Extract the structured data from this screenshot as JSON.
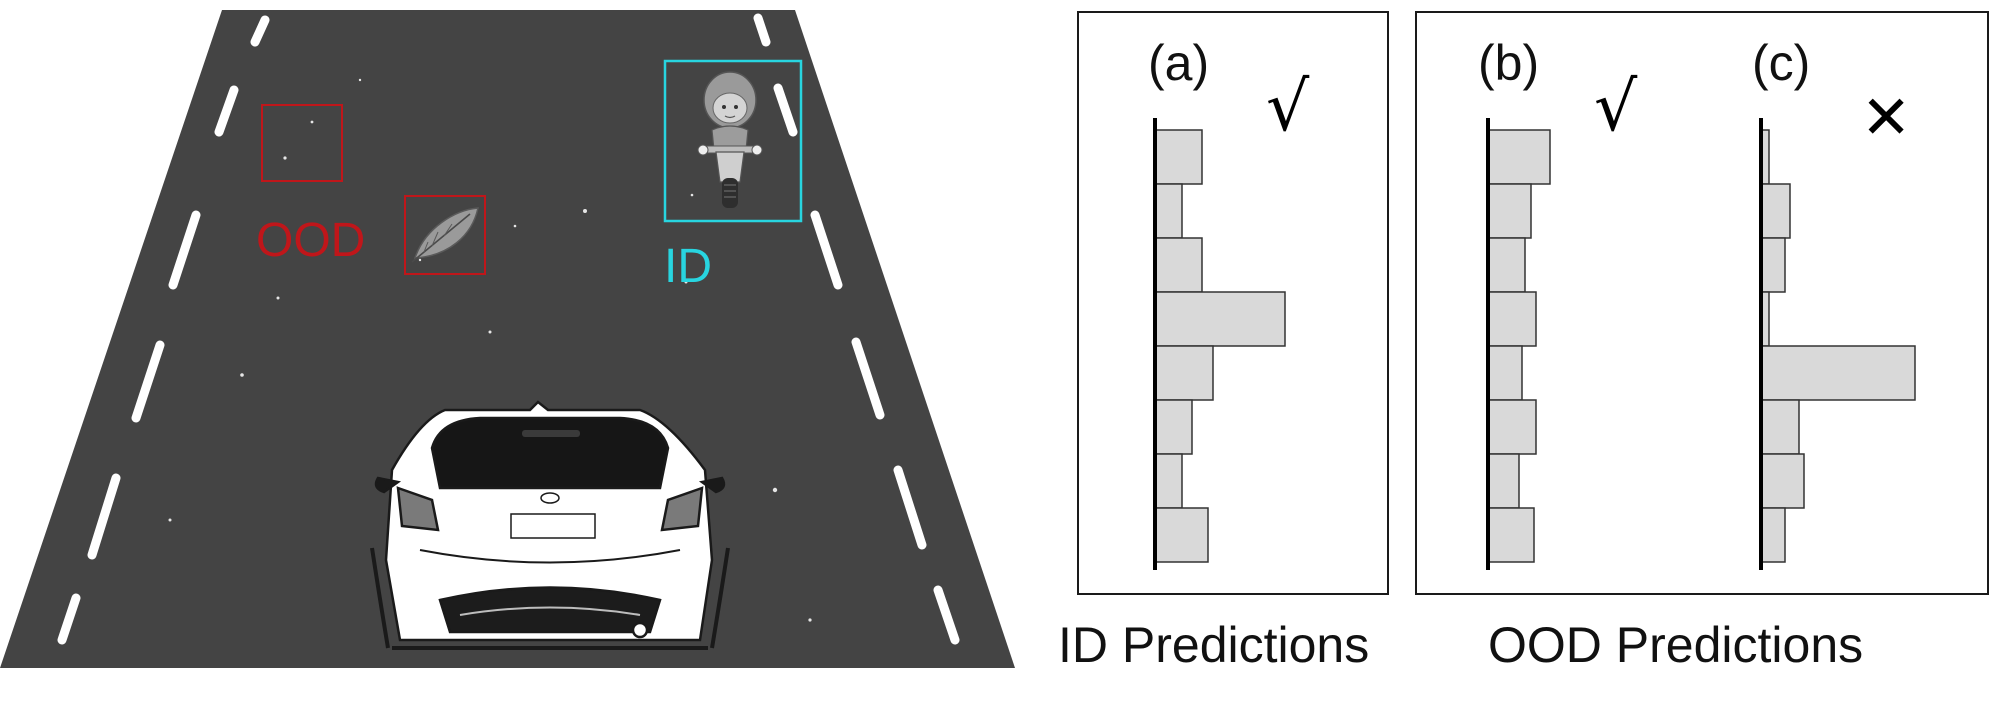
{
  "scene": {
    "ood_label": "OOD",
    "id_label": "ID",
    "colors": {
      "road": "#444444",
      "lane_marking": "#ffffff",
      "ood_box": "#c0161a",
      "id_box": "#28d5e0",
      "bar_fill": "#d9d9d9",
      "bar_stroke": "#333333"
    },
    "icons": [
      "leaf-icon",
      "motorcyclist-icon",
      "car-icon"
    ]
  },
  "panels": [
    {
      "tag": "(a)",
      "verdict": "√",
      "values": [
        0.47,
        0.27,
        0.47,
        1.3,
        0.58,
        0.37,
        0.27,
        0.53
      ]
    },
    {
      "tag": "(b)",
      "verdict": "√",
      "values": [
        0.62,
        0.43,
        0.37,
        0.48,
        0.34,
        0.48,
        0.31,
        0.46
      ]
    },
    {
      "tag": "(c)",
      "verdict": "✕",
      "values": [
        0.08,
        0.29,
        0.24,
        0.08,
        1.54,
        0.38,
        0.43,
        0.24
      ]
    }
  ],
  "captions": {
    "id_predictions": "ID Predictions",
    "ood_predictions": "OOD Predictions"
  }
}
